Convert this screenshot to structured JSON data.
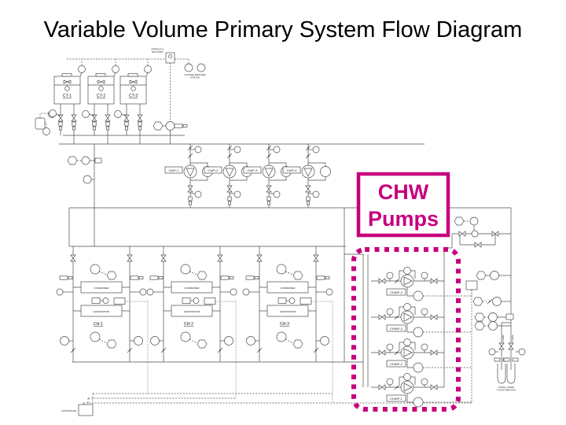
{
  "slide": {
    "title": "Variable Volume Primary System Flow Diagram"
  },
  "colors": {
    "accent_magenta": "#C7007E",
    "diagram_line": "#4d4d4d",
    "background": "#FFFFFF",
    "title_color": "#000000"
  },
  "annotation": {
    "line1": "CHW",
    "line2": "Pumps"
  },
  "equipment": {
    "cooling_towers": [
      "CT-1",
      "CT-2",
      "CT-3"
    ],
    "condenser_water_pumps": [
      "CWP-1",
      "CWP-2",
      "CWP-3",
      "CWP-4"
    ],
    "chillers": [
      "CH-1",
      "CH-2",
      "CH-3"
    ],
    "chilled_water_pumps_top_to_bottom": [
      "CHWP-4",
      "CHWP-3",
      "CHWP-2",
      "CHWP-1"
    ],
    "condenser_label": "CONDENSER",
    "evaporator_label": "EVAPORATOR"
  },
  "small_labels": {
    "approach_line1": "APPROACH",
    "approach_line2": "SET POINT",
    "weather_line1": "OUTSIDE WEATHER",
    "weather_line2": "STATION",
    "controller": "CONTROLLER",
    "distribution_line1": "CHWS / CHWR",
    "distribution_line2": "TO DISTRIBUTION",
    "pipe_chwr": "CHWR",
    "pipe_chws": "CHWS"
  }
}
